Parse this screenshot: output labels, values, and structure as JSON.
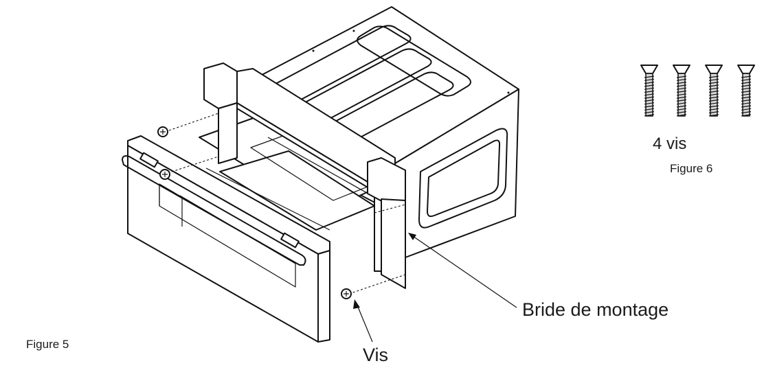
{
  "figure5": {
    "caption": "Figure 5"
  },
  "figure6": {
    "caption": "Figure 6",
    "count_label": "4 vis",
    "screw_count": 4
  },
  "callouts": {
    "mounting_bracket": "Bride de montage",
    "screw": "Vis"
  },
  "icons": {
    "screw": "countersunk-screw-icon",
    "screw_head": "phillips-screw-head-icon"
  },
  "colors": {
    "line": "#111111",
    "background": "#ffffff"
  }
}
